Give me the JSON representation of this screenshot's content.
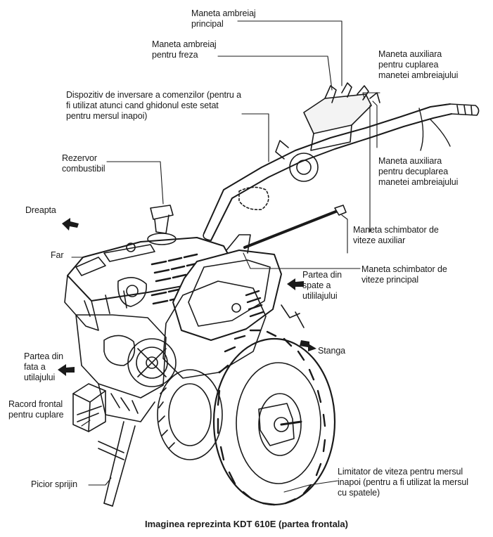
{
  "labels": {
    "clutch_main": "Maneta ambreiaj\nprincipal",
    "clutch_tiller": "Maneta ambreiaj\npentru freza",
    "aux_engage": "Maneta auxiliara\npentru cuplarea\nmanetei ambreiajului",
    "reverser": "Dispozitiv de inversare a comenzilor (pentru a\nfi utilizat atunci cand ghidonul este setat\npentru mersul inapoi)",
    "fuel_tank": "Rezervor\ncombustibil",
    "aux_disengage": "Maneta auxiliara\npentru decuplarea\nmanetei ambreiajului",
    "right": "Dreapta",
    "aux_gear": "Maneta schimbator de\nviteze auxiliar",
    "light": "Far",
    "main_gear": "Maneta schimbator de\nviteze principal",
    "rear_part": "Partea din\nspate a\nutililajului",
    "left": "Stanga",
    "front_part": "Partea din\nfata a\nutilajului",
    "front_coupling": "Racord frontal\npentru cuplare",
    "support_leg": "Picior sprijin",
    "speed_limiter": "Limitator de viteza pentru mersul\ninapoi (pentru a fi utilizat la mersul\ncu spatele)"
  },
  "caption": "Imaginea reprezinta KDT 610E (partea frontala)",
  "colors": {
    "ink": "#1a1a1a",
    "background": "#ffffff"
  }
}
